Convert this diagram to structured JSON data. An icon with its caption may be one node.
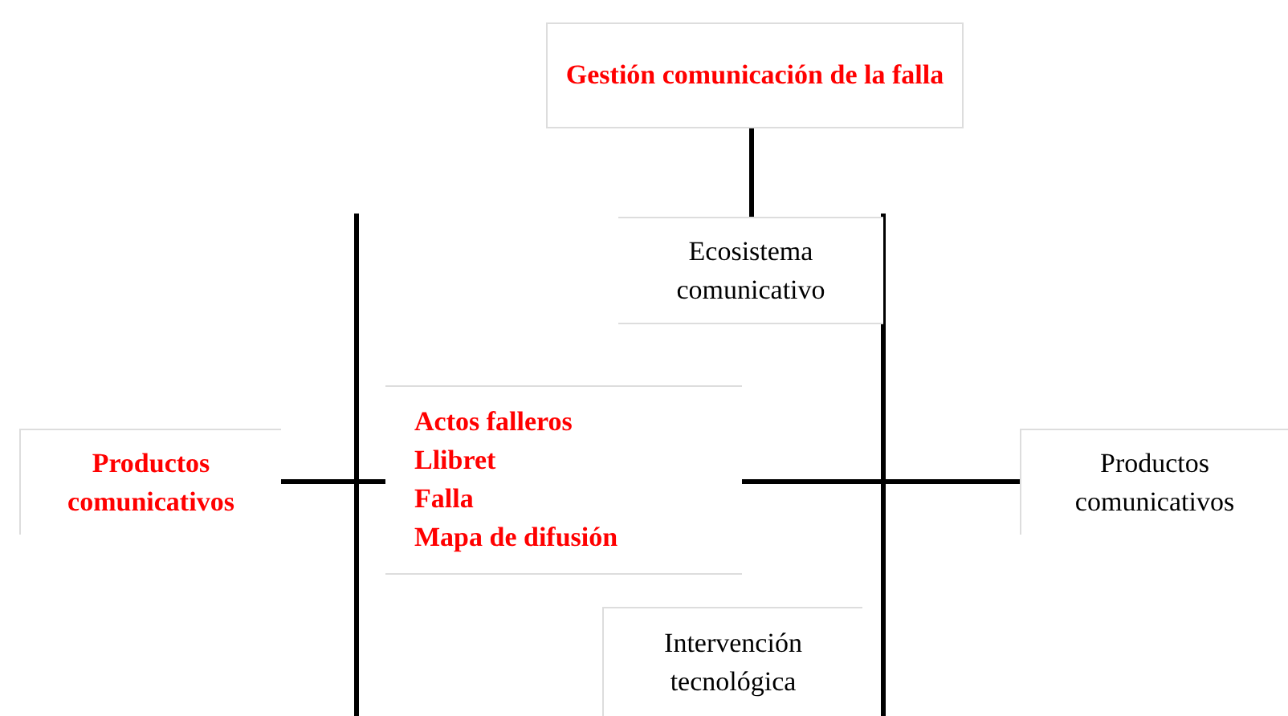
{
  "diagram": {
    "nodes": [
      {
        "text": [
          "Gestión comunicación de la falla"
        ]
      },
      {
        "text": [
          "Ecosistema comunicativo"
        ]
      },
      {
        "text": [
          "Productos comunicativos"
        ]
      },
      {
        "text": [
          "Actos falleros",
          "Llibret",
          "Falla",
          "Mapa de difusión"
        ]
      },
      {
        "text": [
          "Productos comunicativos"
        ]
      },
      {
        "text": [
          "Intervención tecnológica"
        ]
      }
    ],
    "edges": [
      {
        "from": 0,
        "to": 1,
        "arrow": "none"
      },
      {
        "from": 2,
        "to": 3,
        "arrow": "none"
      },
      {
        "from": 3,
        "to": 4,
        "arrow": "none"
      }
    ]
  }
}
